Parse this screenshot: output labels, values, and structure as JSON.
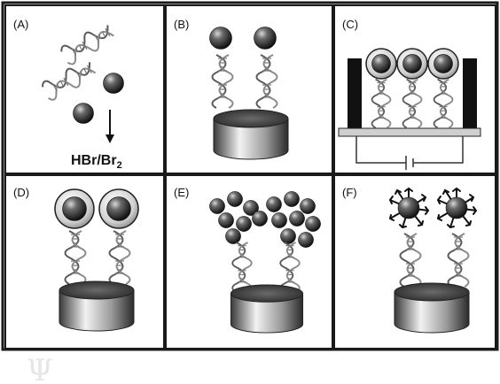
{
  "figure": {
    "panels": [
      {
        "label": "(A)"
      },
      {
        "label": "(B)"
      },
      {
        "label": "(C)"
      },
      {
        "label": "(D)"
      },
      {
        "label": "(E)"
      },
      {
        "label": "(F)"
      }
    ],
    "reagent": {
      "main": "HBr/Br",
      "subscript": "2"
    },
    "watermark": "Ψ"
  },
  "colors": {
    "border": "#1a1a1a",
    "electrode_dark": "#2b2b2b",
    "electrode_light": "#e0e0e0",
    "sphere_dark": "#1c1c1c",
    "sphere_light": "#9a9a9a",
    "dna_strand": "#555555"
  }
}
